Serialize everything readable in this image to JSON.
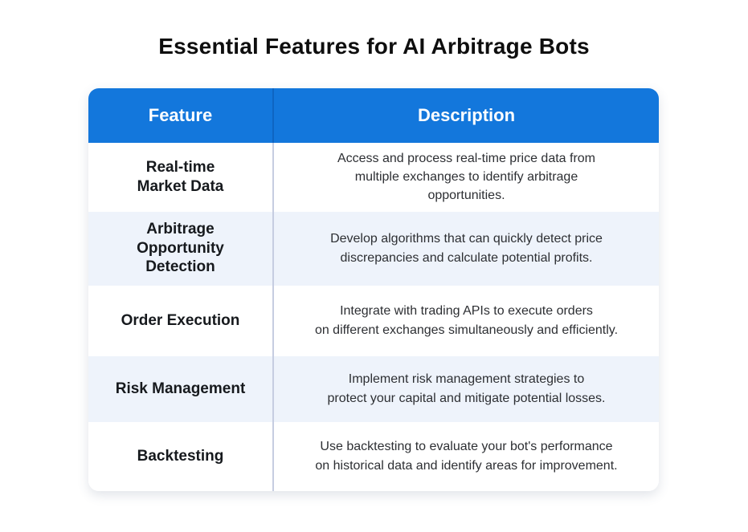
{
  "page": {
    "title": "Essential Features for AI Arbitrage Bots"
  },
  "table": {
    "headers": {
      "feature": "Feature",
      "description": "Description"
    },
    "rows": [
      {
        "feature": "Real-time\nMarket Data",
        "description": "Access and process real-time price data from\nmultiple exchanges to identify arbitrage\nopportunities."
      },
      {
        "feature": "Arbitrage\nOpportunity\nDetection",
        "description": "Develop algorithms that can quickly detect price\ndiscrepancies and calculate potential profits."
      },
      {
        "feature": "Order Execution",
        "description": "Integrate with trading APIs to execute orders\non different exchanges simultaneously and efficiently."
      },
      {
        "feature": "Risk Management",
        "description": "Implement risk management strategies to\nprotect your capital and mitigate potential losses."
      },
      {
        "feature": "Backtesting",
        "description": "Use backtesting to evaluate your bot's performance\non historical data and identify areas for improvement."
      }
    ]
  },
  "colors": {
    "header_background": "#1377DC",
    "header_text": "#FFFFFF",
    "header_divider": "#0E65C2",
    "body_divider": "#C6CDE1",
    "row_background": "#FFFFFF",
    "row_alt_background": "#EEF3FB",
    "title_text": "#0E0E0E",
    "feature_text": "#16191D",
    "description_text": "#2D2F33"
  },
  "chart_data": {
    "type": "table",
    "title": "Essential Features for AI Arbitrage Bots",
    "columns": [
      "Feature",
      "Description"
    ],
    "rows": [
      [
        "Real-time Market Data",
        "Access and process real-time price data from multiple exchanges to identify arbitrage opportunities."
      ],
      [
        "Arbitrage Opportunity Detection",
        "Develop algorithms that can quickly detect price discrepancies and calculate potential profits."
      ],
      [
        "Order Execution",
        "Integrate with trading APIs to execute orders on different exchanges simultaneously and efficiently."
      ],
      [
        "Risk Management",
        "Implement risk management strategies to protect your capital and mitigate potential losses."
      ],
      [
        "Backtesting",
        "Use backtesting to evaluate your bot's performance on historical data and identify areas for improvement."
      ]
    ]
  }
}
